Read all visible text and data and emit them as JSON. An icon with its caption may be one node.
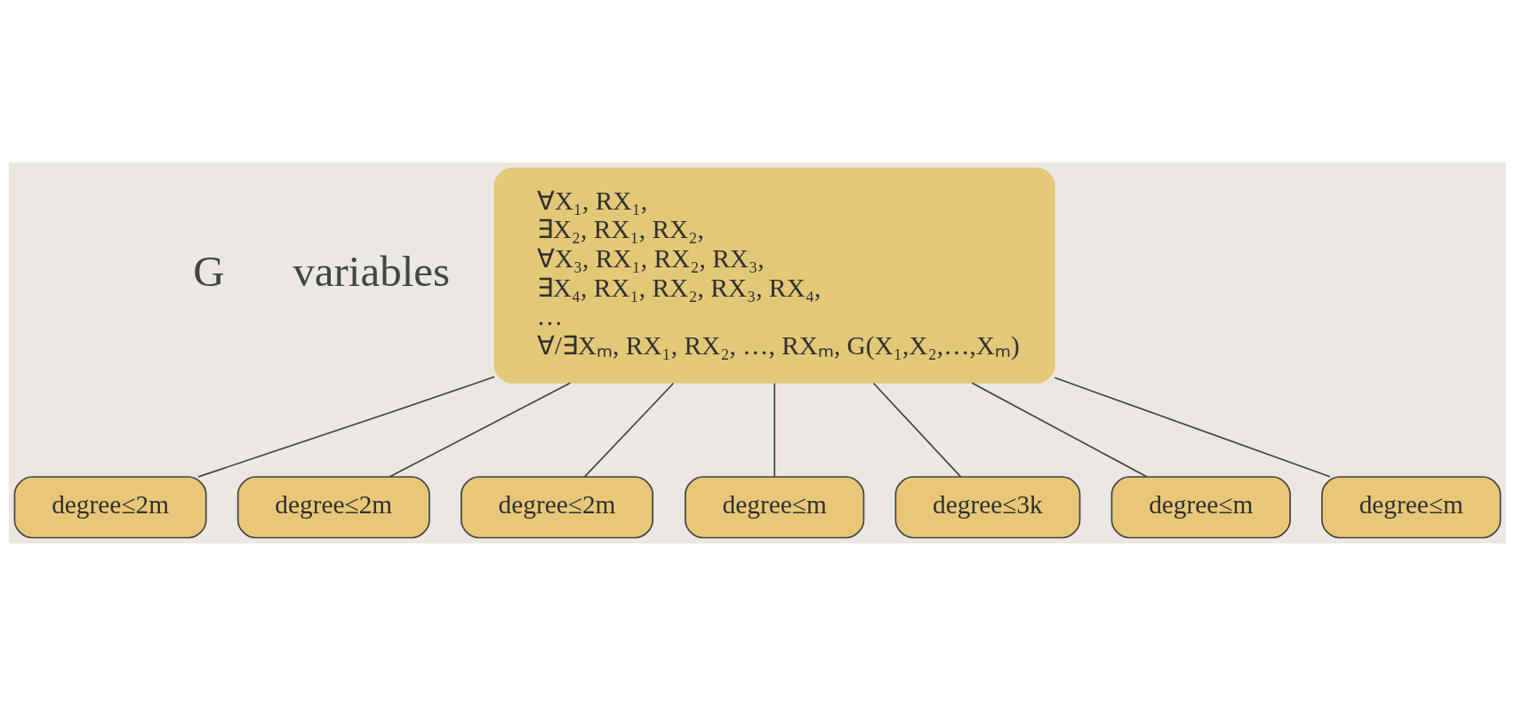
{
  "diagram": {
    "nodes": [
      {
        "text": [
          "∀X₁, RX₁,",
          "∃X₂, RX₁, RX₂,",
          "∀X₃, RX₁, RX₂, RX₃,",
          "∃X₄, RX₁, RX₂, RX₃, RX₄,",
          "…",
          "∀/∃Xₘ, RX₁, RX₂, …, RXₘ, G(X₁,X₂,…,Xₘ)"
        ]
      },
      {
        "text": [
          "degree≤2m"
        ]
      },
      {
        "text": [
          "degree≤2m"
        ]
      },
      {
        "text": [
          "degree≤2m"
        ]
      },
      {
        "text": [
          "degree≤m"
        ]
      },
      {
        "text": [
          "degree≤3k"
        ]
      },
      {
        "text": [
          "degree≤m"
        ]
      },
      {
        "text": [
          "degree≤m"
        ]
      }
    ],
    "edges": [
      {
        "from": 1,
        "to": 0,
        "arrow": "none"
      },
      {
        "from": 2,
        "to": 0,
        "arrow": "none"
      },
      {
        "from": 3,
        "to": 0,
        "arrow": "none"
      },
      {
        "from": 4,
        "to": 0,
        "arrow": "none"
      },
      {
        "from": 5,
        "to": 0,
        "arrow": "none"
      },
      {
        "from": 6,
        "to": 0,
        "arrow": "none"
      },
      {
        "from": 7,
        "to": 0,
        "arrow": "none"
      }
    ],
    "labels": [
      "G",
      "variables"
    ]
  }
}
